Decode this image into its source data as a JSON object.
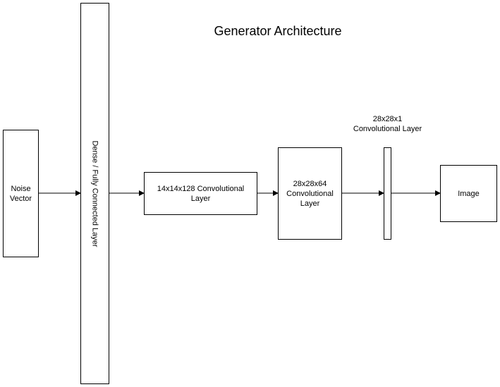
{
  "title": "Generator Architecture",
  "nodes": {
    "noise_vector": "Noise\nVector",
    "dense_layer": "Dense / Fully Connected Layer",
    "conv_14": "14x14x128 Convolutional\nLayer",
    "conv_28_64": "28x28x64\nConvolutional\nLayer",
    "conv_28_1_label": "28x28x1\nConvolutional Layer",
    "image": "Image"
  },
  "colors": {
    "stroke": "#000000",
    "background": "#ffffff"
  }
}
